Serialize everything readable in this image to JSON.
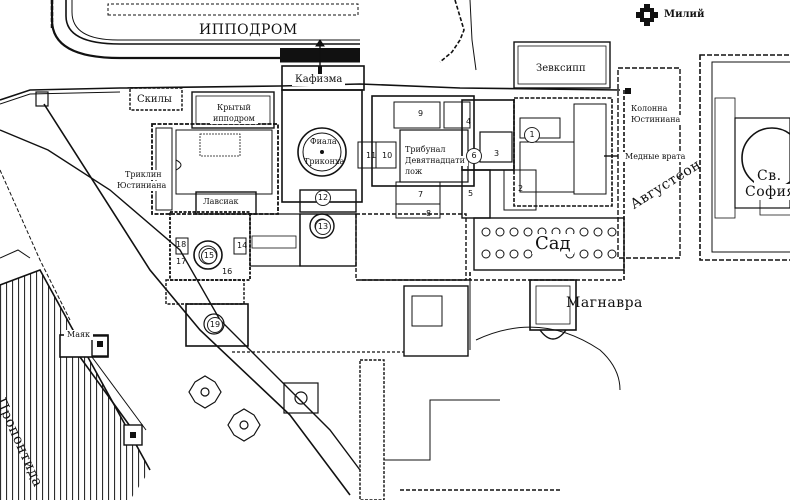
{
  "labels": {
    "hippodrome": "ИППОДРОМ",
    "milion": "Милий",
    "zeuxippus": "Зевксипп",
    "kathisma": "Кафизма",
    "skyla": "Скилы",
    "covered_hippodrome_1": "Крытый",
    "covered_hippodrome_2": "ипподром",
    "phiale_1": "Фиала",
    "phiale_2": "Триконха",
    "triklinos_1": "Триклин",
    "triklinos_2": "Юстиниана",
    "tribunal_1": "Трибунал",
    "tribunal_2": "Девятнадцати",
    "tribunal_3": "лож",
    "column_1": "Колонна",
    "column_2": "Юстиниана",
    "bronze_gate": "Медные врата",
    "augusteon": "Августеон",
    "sophia_1": "Св.",
    "sophia_2": "София",
    "lausiakos": "Лавсиак",
    "garden": "Сад",
    "magnaura": "Магнавра",
    "lighthouse": "Маяк",
    "propontis": "Пропонтида"
  },
  "numbers": {
    "n1": "1",
    "n2": "2",
    "n3": "3",
    "n4": "4",
    "n5": "5",
    "n6": "6",
    "n7": "7",
    "n8": "8",
    "n9": "9",
    "n10": "10",
    "n11": "11",
    "n12": "12",
    "n13": "13",
    "n14": "14",
    "n15": "15",
    "n16": "16",
    "n17": "17",
    "n18": "18",
    "n19": "19"
  },
  "colors": {
    "ink": "#111111",
    "paper": "#ffffff",
    "hatch": "#333333"
  },
  "icons": {
    "milion_symbol": "milion-monument-icon",
    "north_arrow": "arrow-icon"
  }
}
